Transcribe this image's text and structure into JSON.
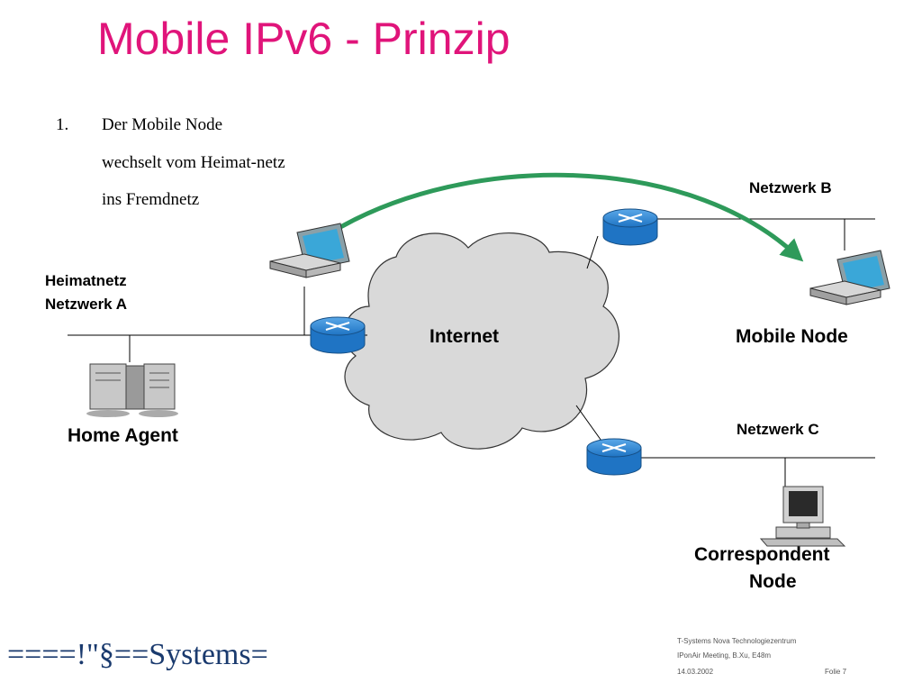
{
  "slide": {
    "title": "Mobile IPv6 - Prinzip",
    "bullet": {
      "number": "1.",
      "lines": [
        "Der Mobile Node",
        "wechselt vom Heimat-netz",
        "ins Fremdnetz"
      ]
    }
  },
  "diagram": {
    "home_network_label_1": "Heimatnetz",
    "home_network_label_2": "Netzwerk A",
    "network_b_label": "Netzwerk B",
    "network_c_label": "Netzwerk C",
    "internet_label": "Internet",
    "mobile_node_label": "Mobile Node",
    "home_agent_label": "Home Agent",
    "correspondent_label_1": "Correspondent",
    "correspondent_label_2": "Node",
    "colors": {
      "title": "#e0147a",
      "arrow": "#2e9a5a",
      "router": "#1f74c4",
      "cloud": "#d9d9d9"
    }
  },
  "footer": {
    "logo": "====!\"§==Systems=",
    "org": "T-Systems Nova Technologiezentrum",
    "event": "IPonAir Meeting, B.Xu, E48m",
    "date": "14.03.2002",
    "slide_no": "Folie 7"
  }
}
